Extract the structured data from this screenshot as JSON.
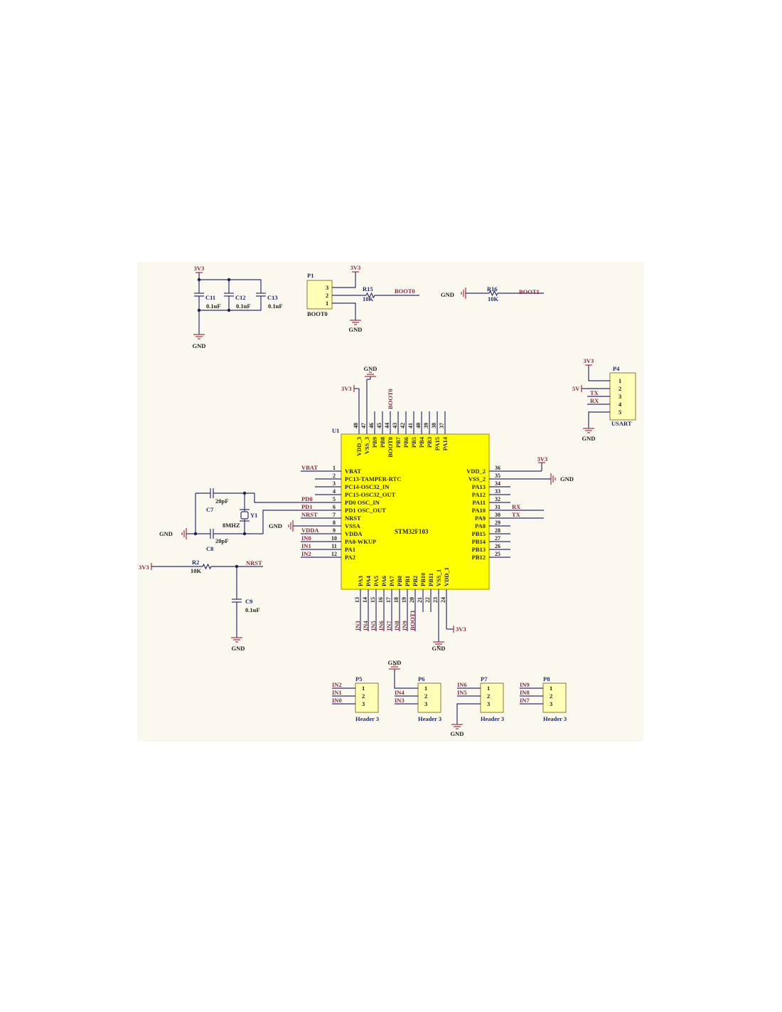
{
  "decoupling": {
    "power": "3V3",
    "gnd": "GND",
    "caps": [
      {
        "ref": "C11",
        "value": "0.1uF"
      },
      {
        "ref": "C12",
        "value": "0.1uF"
      },
      {
        "ref": "C13",
        "value": "0.1uF"
      }
    ]
  },
  "boot0": {
    "ref": "P1",
    "name": "BOOT0",
    "pins": [
      "3",
      "2",
      "1"
    ],
    "power": "3V3",
    "gnd": "GND",
    "resistor": {
      "ref": "R15",
      "value": "10K"
    },
    "net": "BOOT0"
  },
  "boot1": {
    "gnd": "GND",
    "resistor": {
      "ref": "R16",
      "value": "10K"
    },
    "net": "BOOT1"
  },
  "usart": {
    "ref": "P4",
    "name": "USART",
    "pins": [
      "1",
      "2",
      "3",
      "4",
      "5"
    ],
    "nets": [
      "3V3",
      "5V",
      "TX",
      "RX",
      "GND"
    ]
  },
  "mcu": {
    "ref": "U1",
    "part": "STM32F103",
    "left_pins": [
      {
        "num": "1",
        "name": "VBAT",
        "net": "VBAT"
      },
      {
        "num": "2",
        "name": "PC13-TAMPER-RTC",
        "net": ""
      },
      {
        "num": "3",
        "name": "PC14-OSC32_IN",
        "net": ""
      },
      {
        "num": "4",
        "name": "PC15-OSC32_OUT",
        "net": ""
      },
      {
        "num": "5",
        "name": "PD0 OSC_IN",
        "net": "PD0"
      },
      {
        "num": "6",
        "name": "PD1 OSC_OUT",
        "net": "PD1"
      },
      {
        "num": "7",
        "name": "NRST",
        "net": "NRST"
      },
      {
        "num": "8",
        "name": "VSSA",
        "net": "GND"
      },
      {
        "num": "9",
        "name": "VDDA",
        "net": "VDDA"
      },
      {
        "num": "10",
        "name": "PA0-WKUP",
        "net": "IN0"
      },
      {
        "num": "11",
        "name": "PA1",
        "net": "IN1"
      },
      {
        "num": "12",
        "name": "PA2",
        "net": "IN2"
      }
    ],
    "right_pins": [
      {
        "num": "36",
        "name": "VDD_2",
        "net": "3V3"
      },
      {
        "num": "35",
        "name": "VSS_2",
        "net": "GND"
      },
      {
        "num": "34",
        "name": "PA13",
        "net": ""
      },
      {
        "num": "33",
        "name": "PA12",
        "net": ""
      },
      {
        "num": "32",
        "name": "PA11",
        "net": ""
      },
      {
        "num": "31",
        "name": "PA10",
        "net": "RX"
      },
      {
        "num": "30",
        "name": "PA9",
        "net": "TX"
      },
      {
        "num": "29",
        "name": "PA8",
        "net": ""
      },
      {
        "num": "28",
        "name": "PB15",
        "net": ""
      },
      {
        "num": "27",
        "name": "PB14",
        "net": ""
      },
      {
        "num": "26",
        "name": "PB13",
        "net": ""
      },
      {
        "num": "25",
        "name": "PB12",
        "net": ""
      }
    ],
    "top_pins": [
      {
        "num": "48",
        "name": "VDD_3",
        "net": "3V3"
      },
      {
        "num": "47",
        "name": "VSS_3",
        "net": "GND"
      },
      {
        "num": "46",
        "name": "PB9",
        "net": ""
      },
      {
        "num": "45",
        "name": "PB8",
        "net": ""
      },
      {
        "num": "44",
        "name": "BOOT0",
        "net": "BOOT0"
      },
      {
        "num": "43",
        "name": "PB7",
        "net": ""
      },
      {
        "num": "42",
        "name": "PB6",
        "net": ""
      },
      {
        "num": "41",
        "name": "PB5",
        "net": ""
      },
      {
        "num": "40",
        "name": "PB4",
        "net": ""
      },
      {
        "num": "39",
        "name": "PB3",
        "net": ""
      },
      {
        "num": "38",
        "name": "PA15",
        "net": ""
      },
      {
        "num": "37",
        "name": "PA14",
        "net": ""
      }
    ],
    "bottom_pins": [
      {
        "num": "13",
        "name": "PA3",
        "net": "IN3"
      },
      {
        "num": "14",
        "name": "PA4",
        "net": "IN4"
      },
      {
        "num": "15",
        "name": "PA5",
        "net": "IN5"
      },
      {
        "num": "16",
        "name": "PA6",
        "net": "IN6"
      },
      {
        "num": "17",
        "name": "PA7",
        "net": "IN7"
      },
      {
        "num": "18",
        "name": "PB0",
        "net": "IN8"
      },
      {
        "num": "19",
        "name": "PB1",
        "net": "IN9"
      },
      {
        "num": "20",
        "name": "PB2",
        "net": "BOOT1"
      },
      {
        "num": "21",
        "name": "PB10",
        "net": ""
      },
      {
        "num": "22",
        "name": "PB11",
        "net": ""
      },
      {
        "num": "23",
        "name": "VSS_1",
        "net": "GND"
      },
      {
        "num": "24",
        "name": "VDD_1",
        "net": "3V3"
      }
    ],
    "gnd": "GND",
    "power": "3V3"
  },
  "crystal": {
    "ref": "Y1",
    "value": "8MHZ",
    "gnd": "GND",
    "c_top": {
      "ref": "C7",
      "value": "20pF"
    },
    "c_bot": {
      "ref": "C8",
      "value": "20pF"
    }
  },
  "reset": {
    "power": "3V3",
    "net": "NRST",
    "gnd": "GND",
    "resistor": {
      "ref": "R2",
      "value": "10K"
    },
    "cap": {
      "ref": "C9",
      "value": "0.1uF"
    }
  },
  "headers": [
    {
      "ref": "P5",
      "name": "Header 3",
      "pins": [
        "1",
        "2",
        "3"
      ],
      "nets": [
        "IN2",
        "IN1",
        "IN0"
      ]
    },
    {
      "ref": "P6",
      "name": "Header 3",
      "pins": [
        "1",
        "2",
        "3"
      ],
      "nets": [
        "GND",
        "IN4",
        "IN3"
      ]
    },
    {
      "ref": "P7",
      "name": "Header 3",
      "pins": [
        "1",
        "2",
        "3"
      ],
      "nets": [
        "IN6",
        "IN5",
        "GND"
      ]
    },
    {
      "ref": "P8",
      "name": "Header 3",
      "pins": [
        "1",
        "2",
        "3"
      ],
      "nets": [
        "IN9",
        "IN8",
        "IN7"
      ]
    }
  ]
}
